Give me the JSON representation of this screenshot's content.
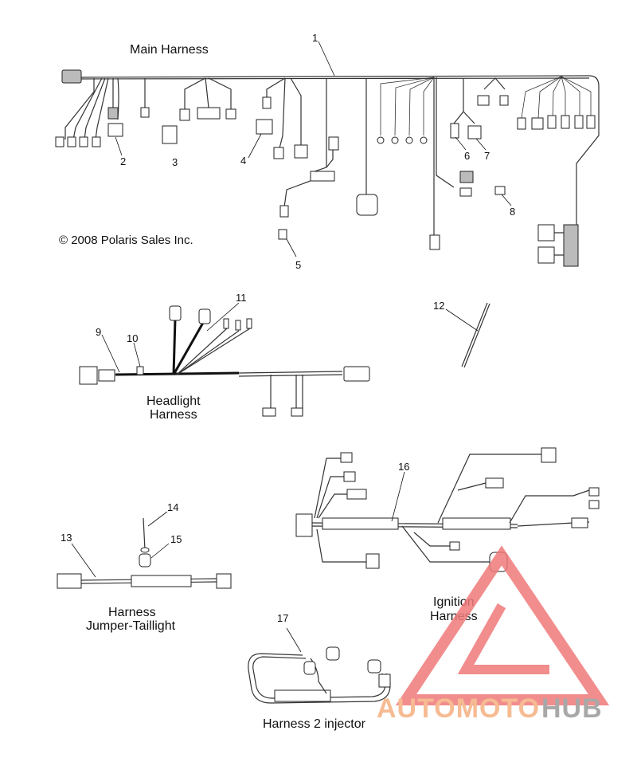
{
  "diagram": {
    "section_titles": {
      "main": "Main Harness",
      "headlight_1": "Headlight",
      "headlight_2": "Harness",
      "jumper_1": "Harness",
      "jumper_2": "Jumper-Taillight",
      "ignition_1": "Ignition",
      "ignition_2": "Harness",
      "injector": "Harness 2 injector"
    },
    "copyright": "© 2008 Polaris Sales Inc.",
    "callouts": [
      "1",
      "2",
      "3",
      "4",
      "5",
      "6",
      "7",
      "8",
      "9",
      "10",
      "11",
      "12",
      "13",
      "14",
      "15",
      "16",
      "17"
    ]
  },
  "watermark": {
    "brand_a": "AUTOMOTO",
    "brand_b": "HUB",
    "colors": {
      "logo": "#f07a7a",
      "brand_a": "#f5b080",
      "brand_b": "#9a9a9a"
    }
  }
}
